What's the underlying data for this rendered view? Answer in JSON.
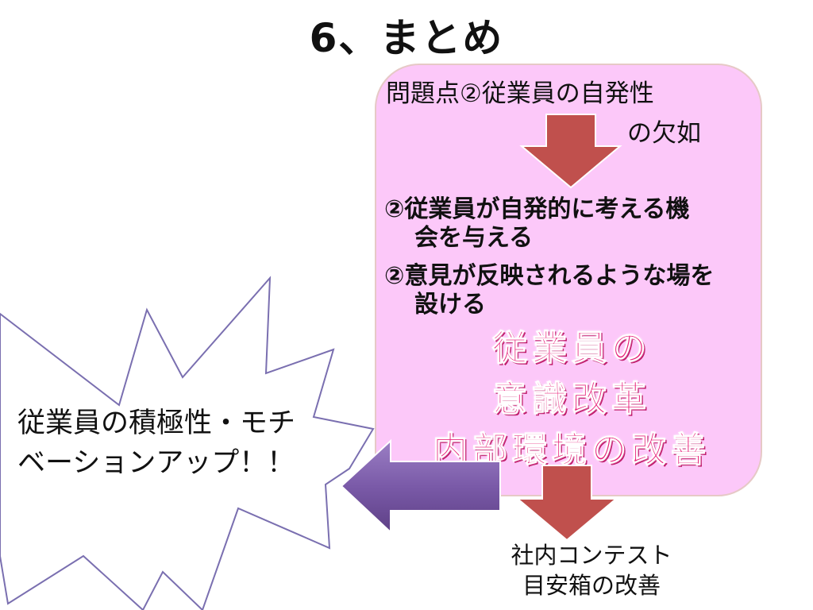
{
  "slide": {
    "title": "6、まとめ",
    "problem": {
      "line1": "問題点②従業員の自発性",
      "line2": "の欠如"
    },
    "solutions": [
      {
        "line1": "②従業員が自発的に考える機",
        "line2": "会を与える"
      },
      {
        "line1": "②意見が反映されるような場を",
        "line2": "設ける"
      }
    ],
    "highlight": {
      "line1": "従業員の",
      "line2": "意識改革",
      "line3": "内部環境の改善"
    },
    "outcome": {
      "line1": "従業員の積極性・モチ",
      "line2": "ベーションアップ！！"
    },
    "bottom": {
      "line1": "社内コンテスト",
      "line2": "目安箱の改善"
    }
  },
  "colors": {
    "box_fill": "#fcc8f9",
    "arrow_red": "#c0504d",
    "arrow_purple": "#8064a2",
    "highlight_text": "#e8207a"
  }
}
